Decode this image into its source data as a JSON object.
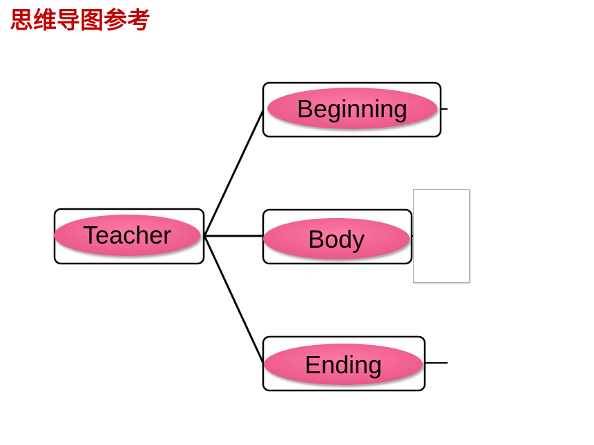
{
  "page": {
    "title": "思维导图参考",
    "title_color": "#c00000"
  },
  "diagram": {
    "oval_color": "#f06292",
    "root": {
      "label": "Teacher"
    },
    "branches": [
      {
        "label": "Beginning"
      },
      {
        "label": "Body"
      },
      {
        "label": "Ending"
      }
    ]
  }
}
